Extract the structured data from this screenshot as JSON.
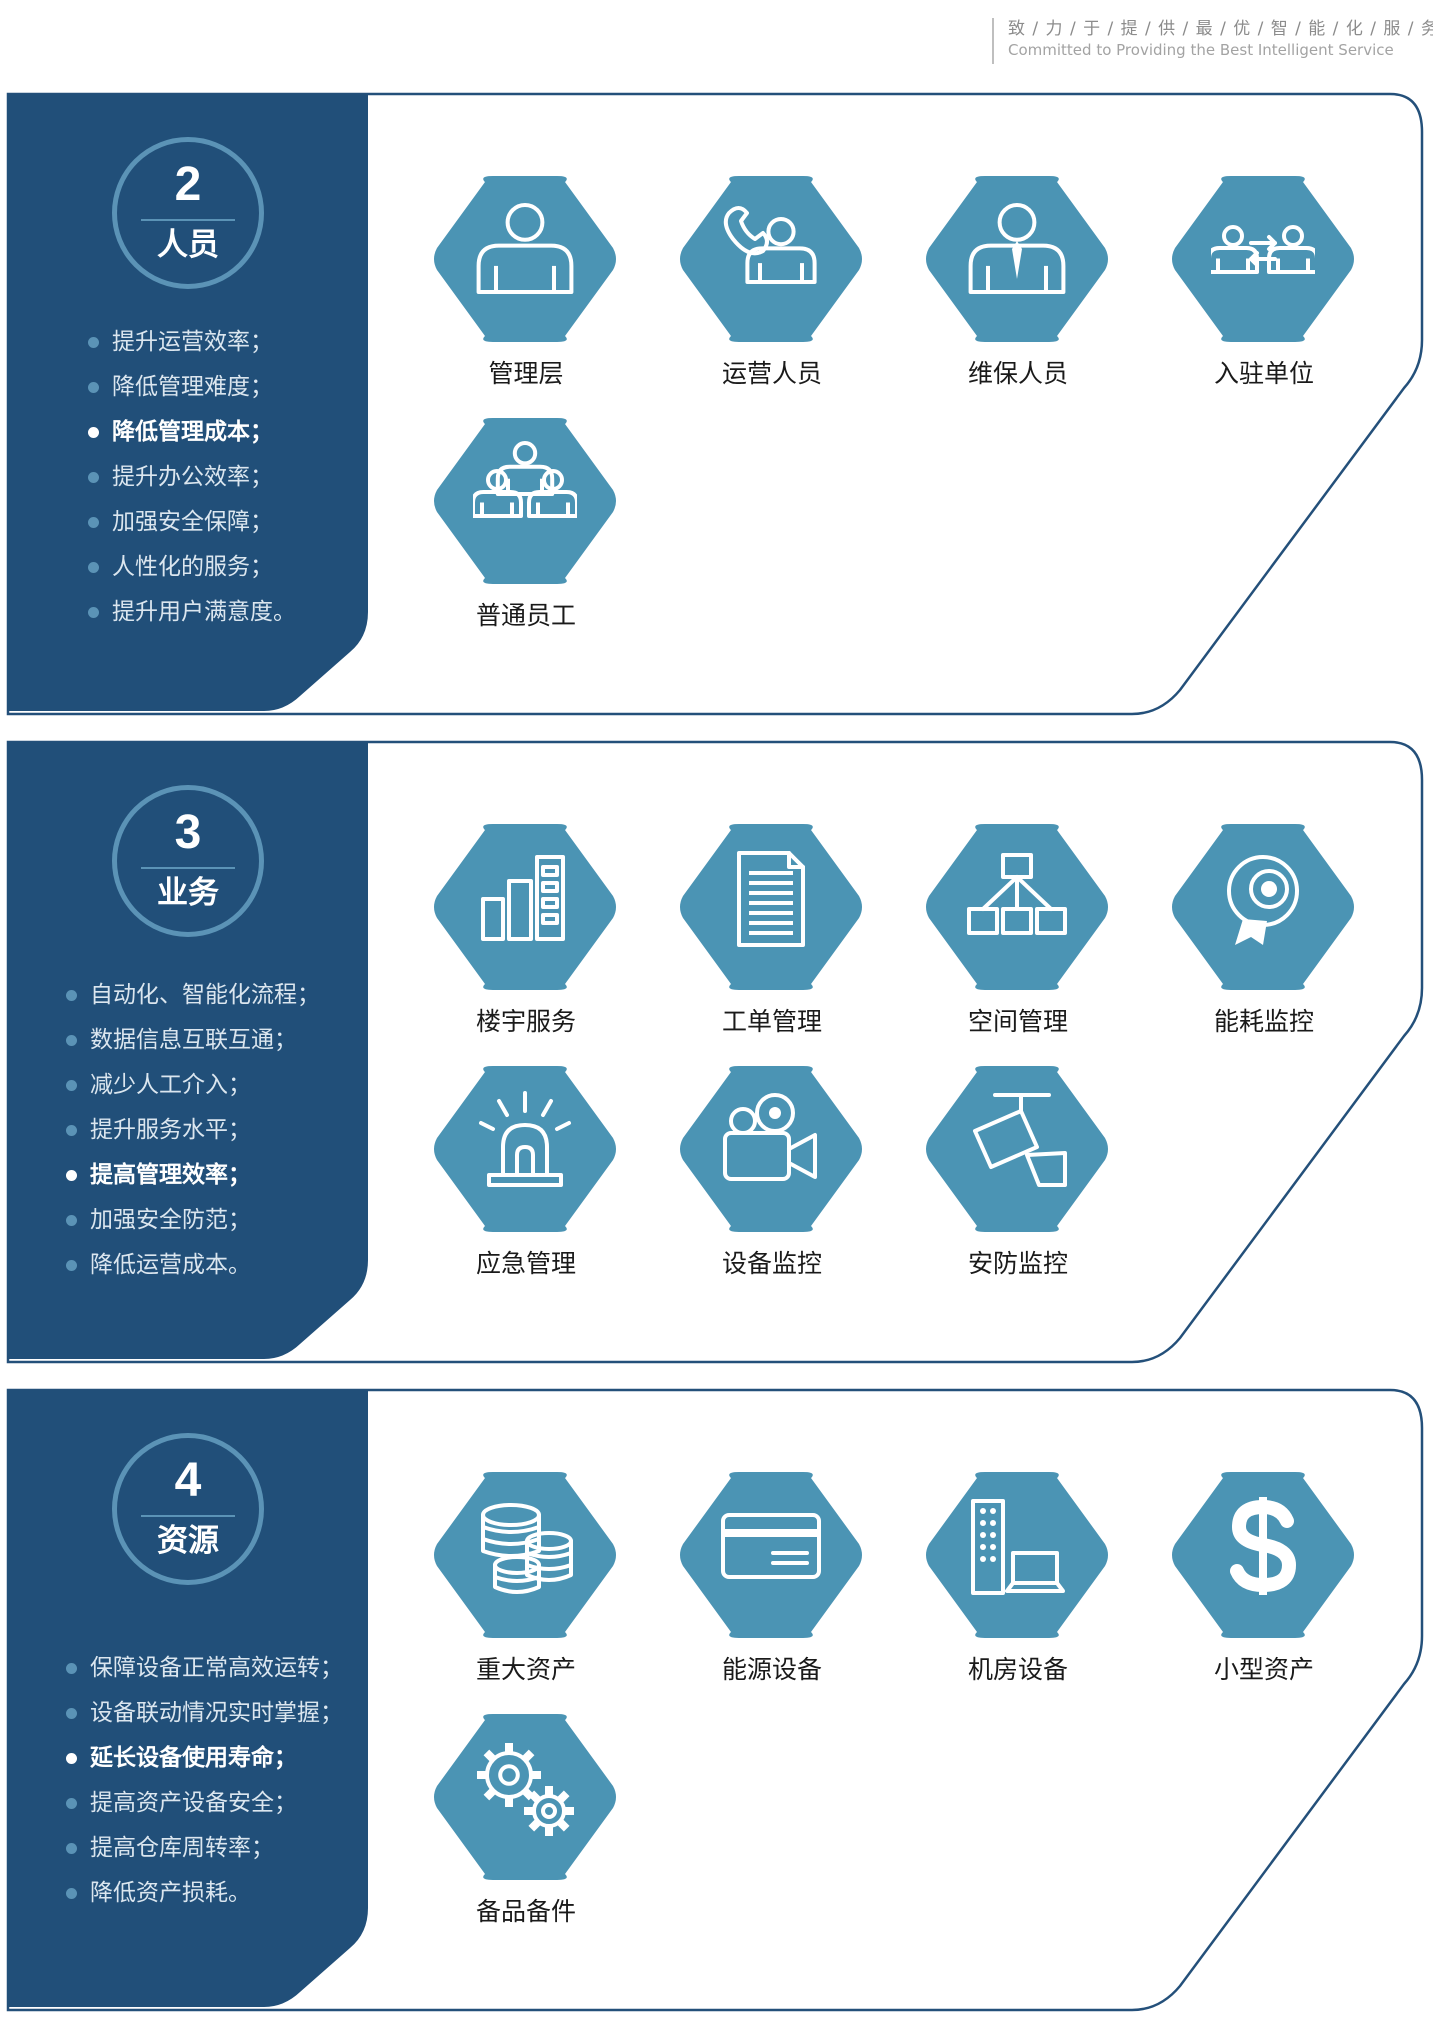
{
  "header": {
    "slogan_cn": "致 / 力 / 于 / 提 / 供 / 最 / 优 / 智 / 能 / 化 / 服 / 务",
    "slogan_en": "Committed to Providing the Best Intelligent Service"
  },
  "colors": {
    "navy": "#214f79",
    "hex": "#4b94b4",
    "accent": "#5b93b6",
    "outline": "#24507a"
  },
  "panels": [
    {
      "number": "2",
      "title": "人员",
      "bullets": [
        "提升运营效率；",
        "降低管理难度；",
        "降低管理成本；",
        "提升办公效率；",
        "加强安全保障；",
        "人性化的服务；",
        "提升用户满意度。"
      ],
      "highlight_index": 2,
      "items": [
        {
          "label": "管理层",
          "icon": "manager-person-icon"
        },
        {
          "label": "运营人员",
          "icon": "operator-phone-icon"
        },
        {
          "label": "维保人员",
          "icon": "maintenance-person-tie-icon"
        },
        {
          "label": "入驻单位",
          "icon": "tenant-exchange-icon"
        },
        {
          "label": "普通员工",
          "icon": "staff-group-icon"
        }
      ]
    },
    {
      "number": "3",
      "title": "业务",
      "bullets": [
        "自动化、智能化流程；",
        "数据信息互联互通；",
        "减少人工介入；",
        "提升服务水平；",
        "提高管理效率；",
        "加强安全防范；",
        "降低运营成本。"
      ],
      "highlight_index": 4,
      "items": [
        {
          "label": "楼宇服务",
          "icon": "building-bars-icon"
        },
        {
          "label": "工单管理",
          "icon": "document-icon"
        },
        {
          "label": "空间管理",
          "icon": "hierarchy-icon"
        },
        {
          "label": "能耗监控",
          "icon": "webcam-icon"
        },
        {
          "label": "应急管理",
          "icon": "alarm-light-icon"
        },
        {
          "label": "设备监控",
          "icon": "video-camera-icon"
        },
        {
          "label": "安防监控",
          "icon": "cctv-camera-icon"
        }
      ]
    },
    {
      "number": "4",
      "title": "资源",
      "bullets": [
        "保障设备正常高效运转；",
        "设备联动情况实时掌握；",
        "延长设备使用寿命；",
        "提高资产设备安全；",
        "提高仓库周转率；",
        "降低资产损耗。"
      ],
      "highlight_index": 2,
      "items": [
        {
          "label": "重大资产",
          "icon": "coin-stack-icon"
        },
        {
          "label": "能源设备",
          "icon": "card-icon"
        },
        {
          "label": "机房设备",
          "icon": "server-laptop-icon"
        },
        {
          "label": "小型资产",
          "icon": "dollar-icon"
        },
        {
          "label": "备品备件",
          "icon": "gears-icon"
        }
      ]
    }
  ]
}
